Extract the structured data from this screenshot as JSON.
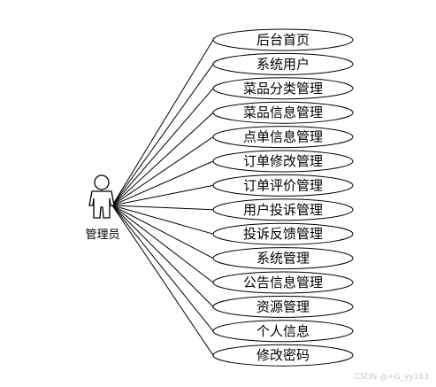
{
  "actor": {
    "label": "管理员"
  },
  "use_cases": [
    "后台首页",
    "系统用户",
    "菜品分类管理",
    "菜品信息管理",
    "点单信息管理",
    "订单修改管理",
    "订单评价管理",
    "用户投诉管理",
    "投诉反馈管理",
    "系统管理",
    "公告信息管理",
    "资源管理",
    "个人信息",
    "修改密码"
  ],
  "watermark": "CSDN @+G_yy163"
}
